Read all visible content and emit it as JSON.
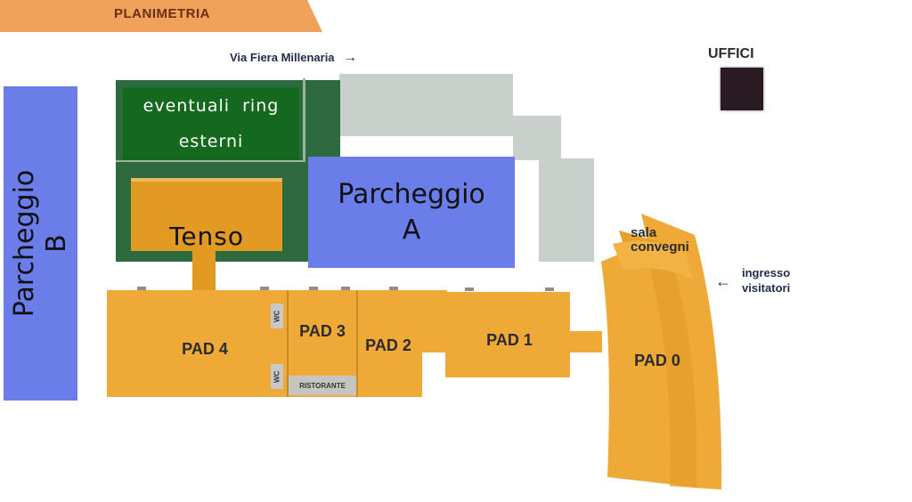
{
  "header": {
    "title": "PLANIMETRIA"
  },
  "street": {
    "label": "Via Fiera Millenaria",
    "arrow": "→"
  },
  "offices": {
    "label": "UFFICI"
  },
  "areas": {
    "ring_line1": "eventuali  ring",
    "ring_line2": "esterni",
    "tenso": "Tenso",
    "parking_a_line1": "Parcheggio",
    "parking_a_line2": "A",
    "parking_b": "Parcheggio\nB"
  },
  "pavilions": {
    "pad4": "PAD 4",
    "pad3": "PAD 3",
    "pad2": "PAD 2",
    "pad1": "PAD 1",
    "pad0": "PAD 0",
    "restaurant": "RISTORANTE",
    "wc_top": "WC",
    "wc_bottom": "WC",
    "conference_line1": "sala",
    "conference_line2": "convegni"
  },
  "entrance": {
    "arrow": "←",
    "line1": "ingresso",
    "line2": "visitatori"
  },
  "colors": {
    "pavilion": "#eea937",
    "green_area": "#14691e",
    "parking": "#6b7de8",
    "building_grey": "#c9cfcb",
    "office": "#2a1a22"
  }
}
